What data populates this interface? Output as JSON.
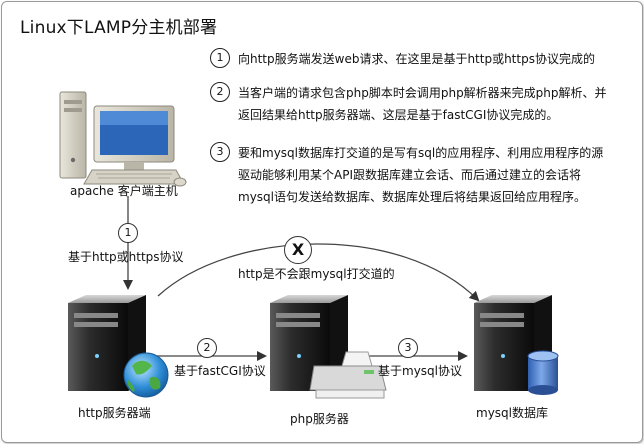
{
  "title": "Linux下LAMP分主机部署",
  "notes": [
    {
      "num": "1",
      "lines": [
        "向http服务端发送web请求、在这里是基于http或https协议完成的"
      ]
    },
    {
      "num": "2",
      "lines": [
        "当客户端的请求包含php脚本时会调用php解析器来完成php解析、并",
        "返回结果给http服务器端、这层是基于fastCGI协议完成的。"
      ]
    },
    {
      "num": "3",
      "lines": [
        "要和mysql数据库打交道的是写有sql的应用程序、利用应用程序的源",
        "驱动能够利用某个API跟数据库建立会话、而后通过建立的会话将",
        "mysql语句发送给数据库、数据库处理后将结果返回给应用程序。"
      ]
    }
  ],
  "nodes": {
    "client": "apache 客户端主机",
    "http_server": "http服务器端",
    "php_server": "php服务器",
    "mysql": "mysql数据库"
  },
  "edges": {
    "client_to_http": {
      "num": "1",
      "label": "基于http或https协议"
    },
    "http_to_php": {
      "num": "2",
      "label": "基于fastCGI协议"
    },
    "php_to_mysql": {
      "num": "3",
      "label": "基于mysql协议"
    },
    "http_to_mysql_blocked": {
      "symbol": "X",
      "label": "http是不会跟mysql打交道的"
    }
  }
}
